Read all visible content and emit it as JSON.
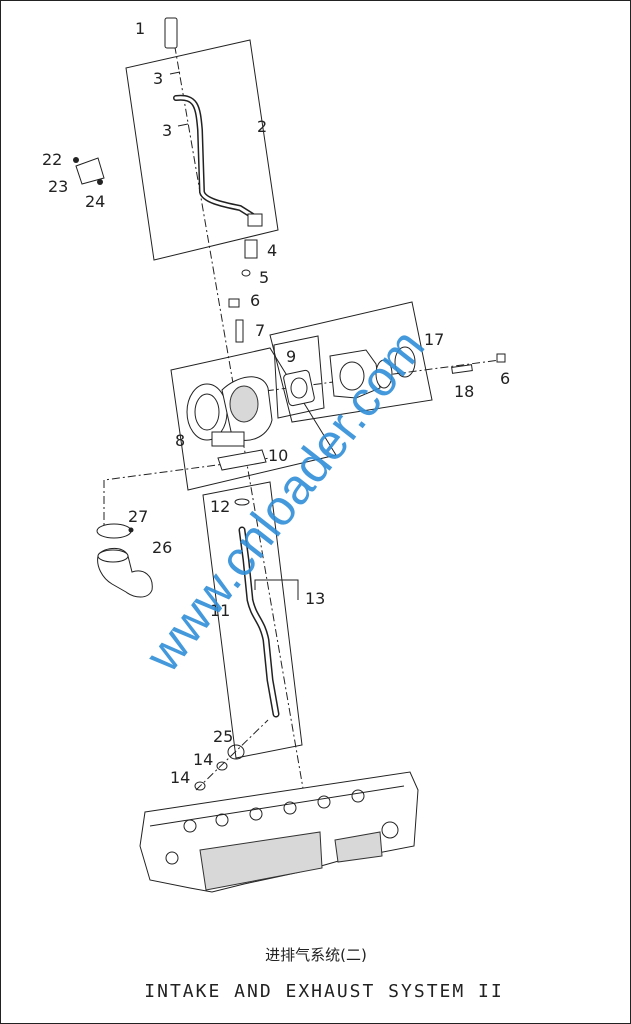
{
  "callouts": {
    "n1": "1",
    "n2": "2",
    "n3a": "3",
    "n3b": "3",
    "n4": "4",
    "n5": "5",
    "n6a": "6",
    "n6b": "6",
    "n7": "7",
    "n8": "8",
    "n9": "9",
    "n10": "10",
    "n11": "11",
    "n12": "12",
    "n13": "13",
    "n14a": "14",
    "n14b": "14",
    "n17": "17",
    "n18": "18",
    "n22": "22",
    "n23": "23",
    "n24": "24",
    "n25": "25",
    "n26": "26",
    "n27": "27"
  },
  "watermark": "www.cnloader.com",
  "caption": {
    "chinese": "进排气系统(二)",
    "english": "INTAKE AND EXHAUST SYSTEM II"
  }
}
